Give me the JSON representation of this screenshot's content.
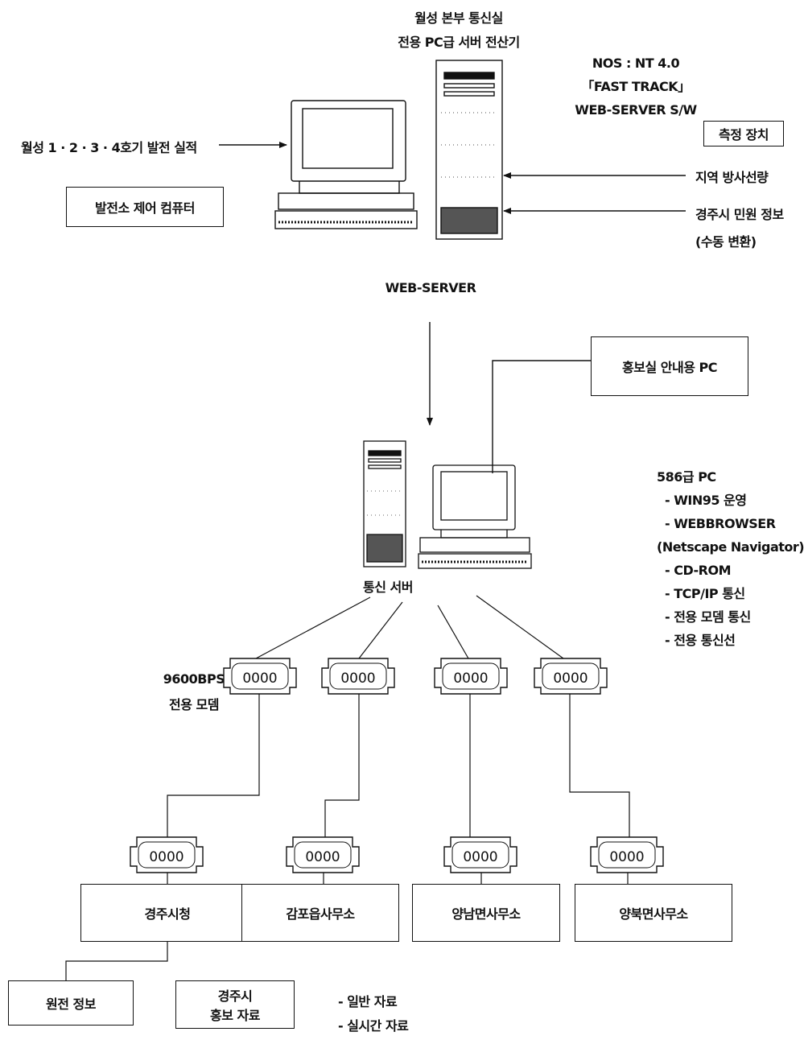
{
  "header": {
    "line1": "월성 본부 통신실",
    "line2": "전용 PC급 서버 전산기"
  },
  "server_spec": {
    "line1": "NOS : NT 4.0",
    "line2": "「FAST TRACK」",
    "line3": "WEB-SERVER S/W"
  },
  "measurement_box": "측정 장치",
  "power_record": "월성 1 · 2 · 3 · 4호기 발전 실적",
  "control_box": "발전소 제어 컴퓨터",
  "radiation": "지역 방사선량",
  "civil_info": {
    "line1": "경주시 민원 정보",
    "line2": "(수동 변환)"
  },
  "web_server_label": "WEB-SERVER",
  "pr_pc_box": "홍보실 안내용 PC",
  "pc_spec": {
    "title": "586급 PC",
    "items": [
      "- WIN95 운영",
      "- WEBBROWSER",
      "(Netscape Navigator)",
      "- CD-ROM",
      "- TCP/IP 통신",
      "- 전용 모뎀 통신",
      "- 전용 통신선"
    ]
  },
  "comm_server_label": "통신 서버",
  "modem_label": {
    "line1": "9600BPS",
    "line2": "전용 모뎀"
  },
  "modem_text": "0000",
  "offices": [
    "경주시청",
    "감포읍사무소",
    "양남면사무소",
    "양북면사무소"
  ],
  "sub_boxes": {
    "nuclear_info": "원전 정보",
    "pr_data": {
      "line1": "경주시",
      "line2": "홍보 자료"
    }
  },
  "data_types": [
    "- 일반 자료",
    "- 실시간 자료"
  ]
}
